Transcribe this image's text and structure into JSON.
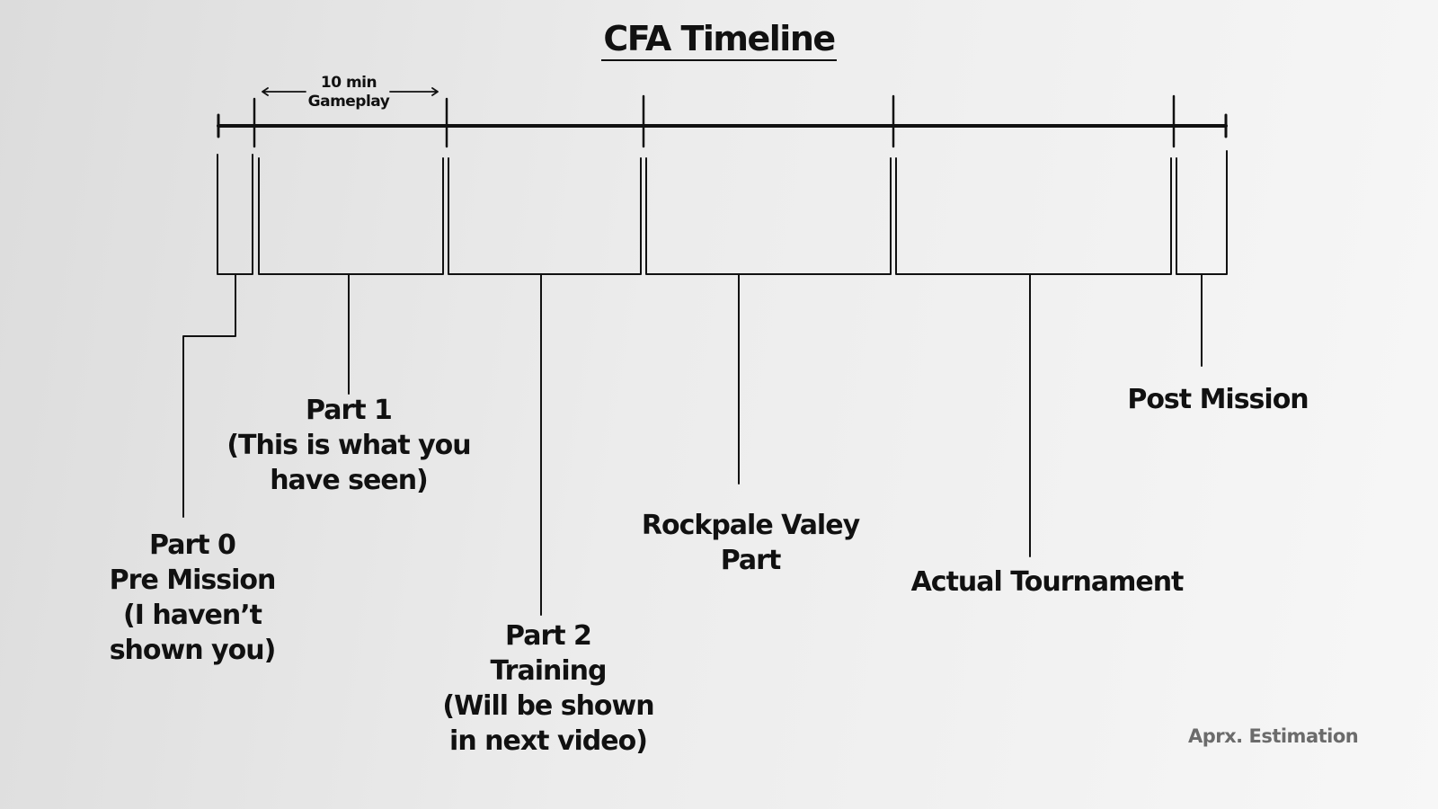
{
  "title": "CFA Timeline",
  "duration_marker": {
    "line1": "10 min",
    "line2": "Gameplay"
  },
  "sections": [
    {
      "id": "part0",
      "lines": [
        "Part 0",
        "Pre Mission",
        "(I haven’t",
        "shown you)"
      ]
    },
    {
      "id": "part1",
      "lines": [
        "Part 1",
        "(This is what you",
        "have seen)"
      ]
    },
    {
      "id": "part2",
      "lines": [
        "Part 2",
        "Training",
        "(Will be shown",
        "in next video)"
      ]
    },
    {
      "id": "rockpale",
      "lines": [
        "Rockpale Valey",
        "Part"
      ]
    },
    {
      "id": "tournament",
      "lines": [
        "Actual Tournament"
      ]
    },
    {
      "id": "post",
      "lines": [
        "Post Mission"
      ]
    }
  ],
  "note": "Aprx. Estimation",
  "colors": {
    "ink": "#111111",
    "note": "#6b6b6b"
  }
}
